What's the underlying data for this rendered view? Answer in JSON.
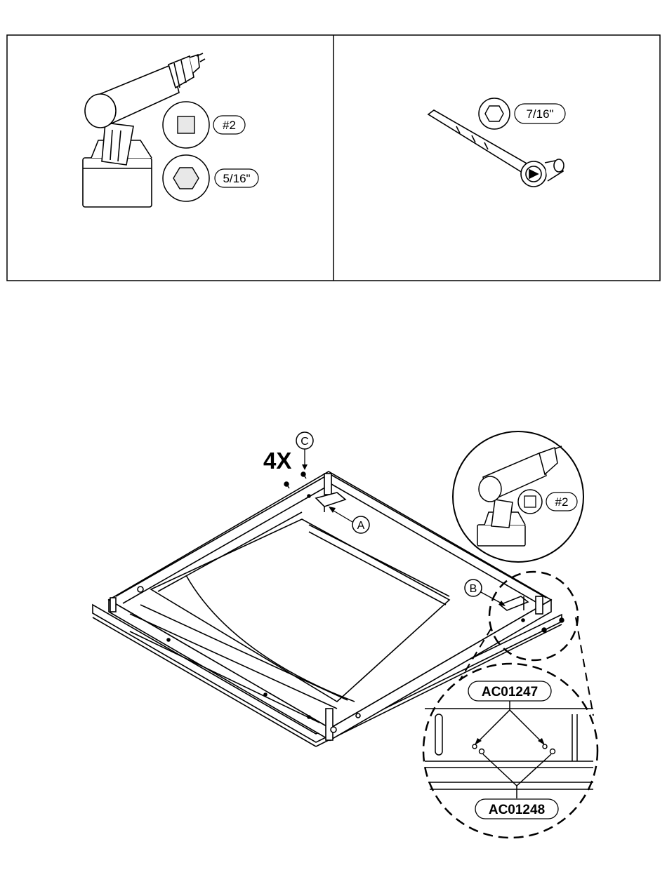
{
  "tools": {
    "drill_bit_label": "#2",
    "drill_socket_label": "5/16\"",
    "ratchet_socket_label": "7/16\""
  },
  "assembly": {
    "quantity": "4X",
    "callouts": {
      "a": "A",
      "b": "B",
      "c": "C"
    },
    "inset_bit_label": "#2",
    "detail_part_top": "AC01247",
    "detail_part_bottom": "AC01248"
  },
  "icons": [
    "drill-icon",
    "ratchet-wrench-icon",
    "square-bit-icon",
    "hex-socket-icon"
  ]
}
